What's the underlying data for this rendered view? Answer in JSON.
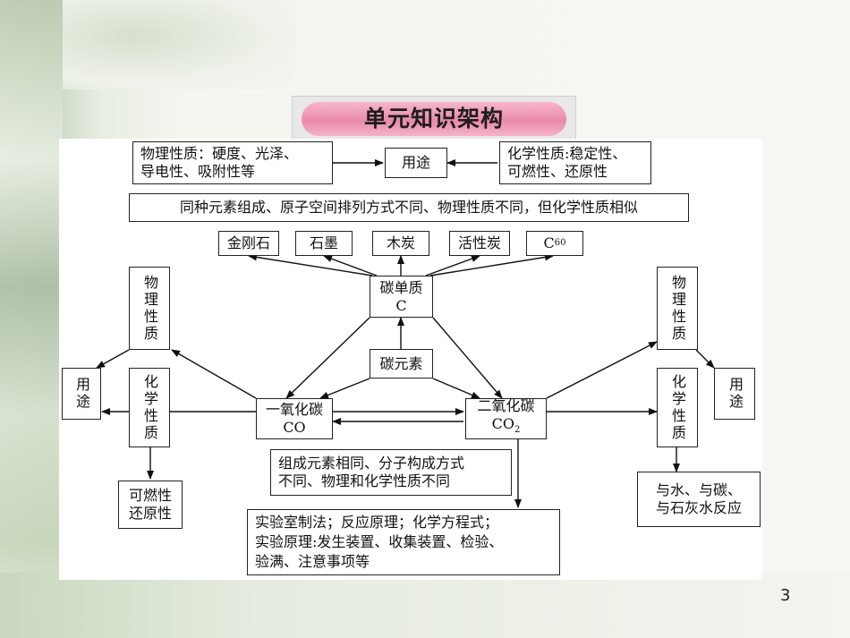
{
  "title": "单元知识架构",
  "page_number": "3",
  "nodes": {
    "physical_props_top": "物理性质：硬度、光泽、\n导电性、吸附性等",
    "uses_top": "用途",
    "chemical_props_top": "化学性质:稳定性、\n可燃性、还原性",
    "allotrope_note": "同种元素组成、原子空间排列方式不同、物理性质不同，但化学性质相似",
    "diamond": "金刚石",
    "graphite": "石墨",
    "charcoal": "木炭",
    "activated_carbon": "活性炭",
    "c60": "C",
    "c60_sub": "60",
    "carbon_substance_name": "碳单质",
    "carbon_substance_symbol": "C",
    "carbon_element": "碳元素",
    "left_physical": "物理性质",
    "left_uses": "用途",
    "left_chemical": "化学性质",
    "co_name": "一氧化碳",
    "co_formula": "CO",
    "co2_name": "二氧化碳",
    "co2_formula": "CO",
    "co2_sub": "2",
    "flammable_reducing": "可燃性\n还原性",
    "co_co2_compare": "组成元素相同、分子构成方式\n不同、物理和化学性质不同",
    "lab_prep": "实验室制法；反应原理；化学方程式；\n实验原理:发生装置、收集装置、检验、\n验满、注意事项等",
    "right_physical": "物理性质",
    "right_uses": "用途",
    "right_chemical": "化学性质",
    "reactions": "与水、与碳、\n与石灰水反应"
  }
}
